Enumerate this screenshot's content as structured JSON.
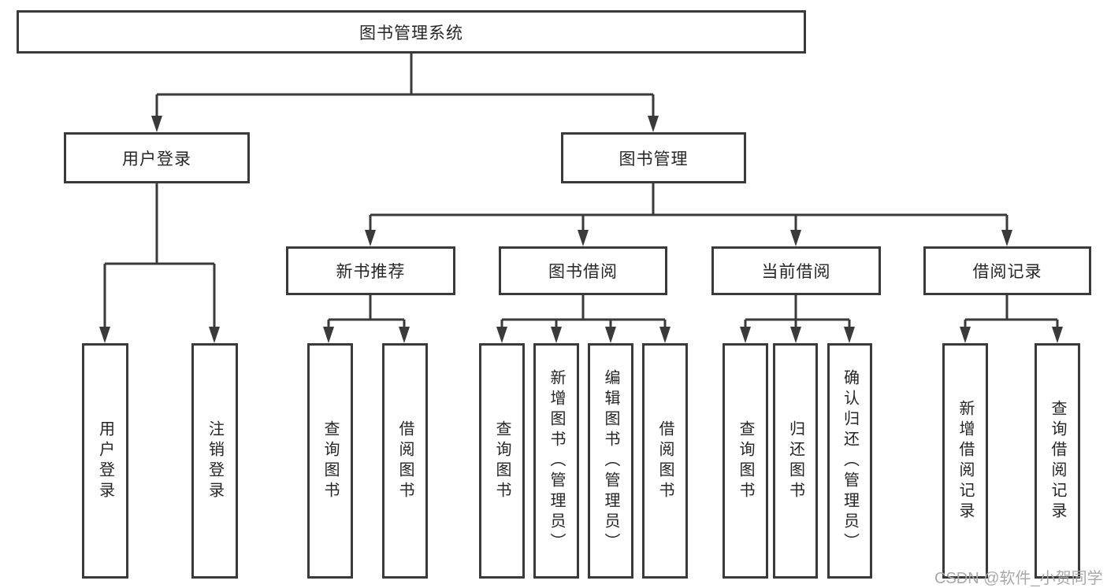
{
  "diagram": {
    "title_node": "图书管理系统",
    "root": {
      "label": "图书管理系统"
    },
    "level2": [
      {
        "label": "用户登录"
      },
      {
        "label": "图书管理"
      }
    ],
    "level3": [
      {
        "label": "新书推荐"
      },
      {
        "label": "图书借阅"
      },
      {
        "label": "当前借阅"
      },
      {
        "label": "借阅记录"
      }
    ],
    "leaves": {
      "user_login": [
        "用户登录",
        "注销登录"
      ],
      "new_book": [
        "查询图书",
        "借阅图书"
      ],
      "book_borrow": [
        "查询图书",
        "新增图书（管理员）",
        "编辑图书（管理员）",
        "借阅图书"
      ],
      "current_borrow": [
        "查询图书",
        "归还图书",
        "确认归还（管理员）"
      ],
      "borrow_records": [
        "新增借阅记录",
        "查询借阅记录"
      ]
    }
  },
  "watermark": {
    "text": "CSDN @软件_小贺同学"
  },
  "colors": {
    "line": "#3a3a3a",
    "node_border": "#3a3a3a",
    "text": "#262626",
    "watermark": "#a9a9a9",
    "background": "#ffffff"
  }
}
